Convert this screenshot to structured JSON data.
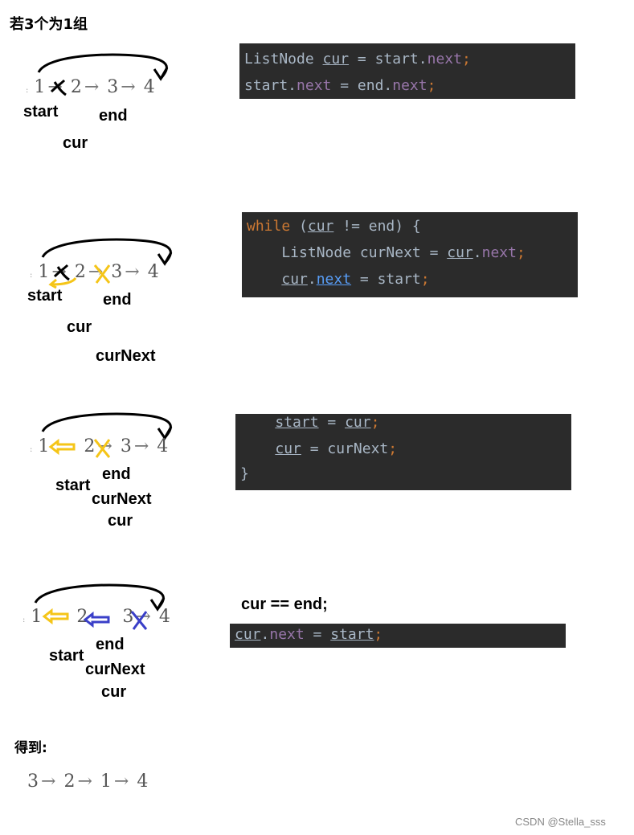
{
  "title": "若3个为1组",
  "result_label": "得到:",
  "result_chain": [
    "3",
    "2",
    "1",
    "4"
  ],
  "watermark": "CSDN @Stella_sss",
  "steps": [
    {
      "chain": [
        "1",
        "2",
        "3",
        "4"
      ],
      "labels": {
        "start": "start",
        "end": "end",
        "cur": "cur"
      },
      "code": [
        "ListNode cur = start.next;",
        "start.next = end.next;"
      ]
    },
    {
      "chain": [
        "1",
        "2",
        "3",
        "4"
      ],
      "labels": {
        "start": "start",
        "end": "end",
        "cur": "cur",
        "curNext": "curNext"
      },
      "code": [
        "while (cur != end) {",
        "    ListNode curNext = cur.next;",
        "    cur.next = start;"
      ]
    },
    {
      "chain": [
        "1",
        "2",
        "3",
        "4"
      ],
      "labels": {
        "start": "start",
        "end": "end",
        "curNext": "curNext",
        "cur": "cur"
      },
      "code": [
        "    start = cur;",
        "    cur = curNext;",
        "}"
      ]
    },
    {
      "chain": [
        "1",
        "2",
        "3",
        "4"
      ],
      "labels": {
        "start": "start",
        "end": "end",
        "curNext": "curNext",
        "cur": "cur"
      },
      "note": "cur == end;",
      "code": [
        "cur.next = start;"
      ]
    }
  ],
  "colors": {
    "yellow_arrow": "#f5c518",
    "blue_arrow": "#3a3fc8",
    "code_bg": "#2b2b2b"
  }
}
